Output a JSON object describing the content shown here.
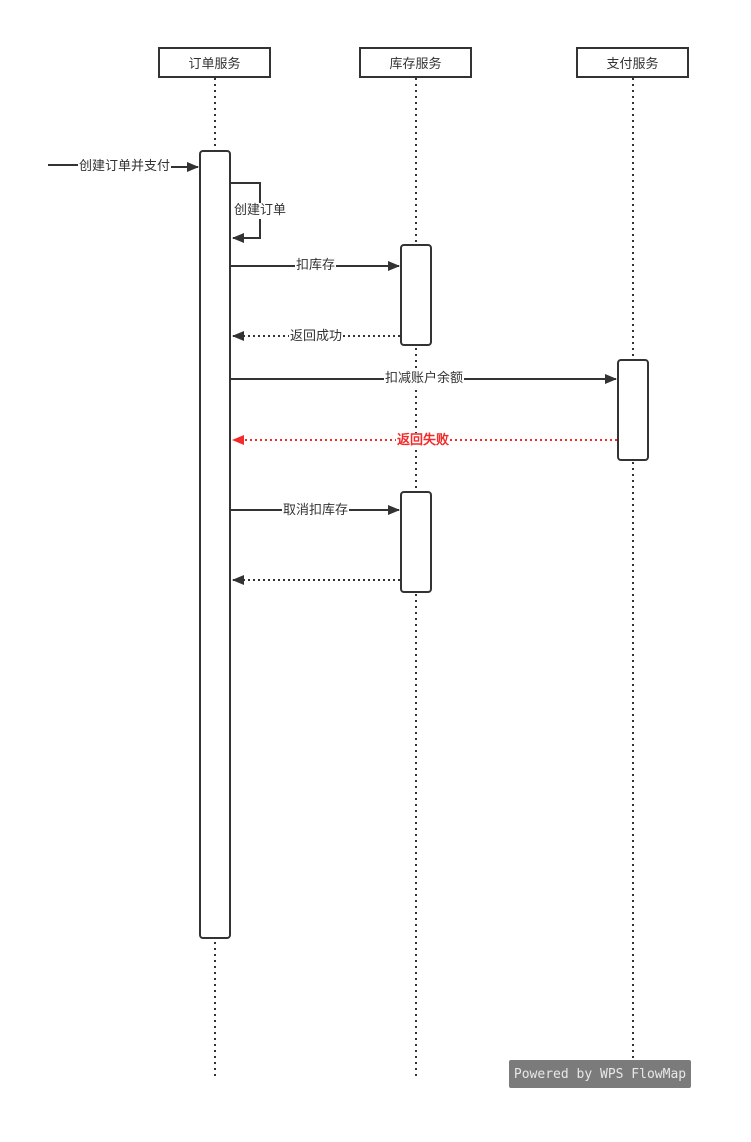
{
  "diagram": {
    "type": "sequence",
    "participants": [
      {
        "id": "order",
        "label": "订单服务"
      },
      {
        "id": "inventory",
        "label": "库存服务"
      },
      {
        "id": "payment",
        "label": "支付服务"
      }
    ],
    "messages": [
      {
        "from": "external",
        "to": "order",
        "label": "创建订单并支付",
        "style": "solid"
      },
      {
        "from": "order",
        "to": "order",
        "label": "创建订单",
        "style": "solid-self"
      },
      {
        "from": "order",
        "to": "inventory",
        "label": "扣库存",
        "style": "solid"
      },
      {
        "from": "inventory",
        "to": "order",
        "label": "返回成功",
        "style": "dotted"
      },
      {
        "from": "order",
        "to": "payment",
        "label": "扣减账户余额",
        "style": "solid"
      },
      {
        "from": "payment",
        "to": "order",
        "label": "返回失败",
        "style": "dotted",
        "color": "#f32b2b"
      },
      {
        "from": "order",
        "to": "inventory",
        "label": "取消扣库存",
        "style": "solid"
      },
      {
        "from": "inventory",
        "to": "order",
        "label": "",
        "style": "dotted"
      }
    ],
    "colors": {
      "line": "#333333",
      "error": "#f32b2b",
      "watermark_bg": "#7b7b7b"
    }
  },
  "watermark": {
    "text": "Powered by WPS FlowMap"
  }
}
